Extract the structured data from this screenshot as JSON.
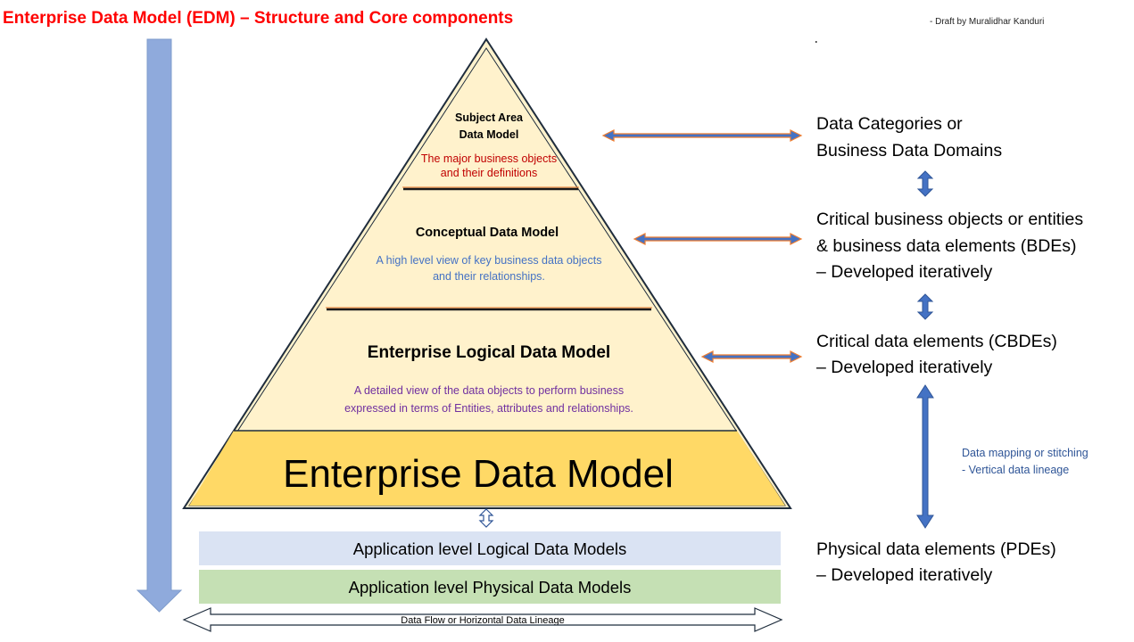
{
  "title": "Enterprise Data Model (EDM) – Structure and Core components",
  "author_note": "- Draft by Muralidhar Kanduri",
  "pyramid": {
    "subject_area": {
      "title_lines": [
        "Subject Area",
        "Data Model"
      ],
      "desc_lines": [
        "The major business objects",
        "and their definitions"
      ]
    },
    "conceptual": {
      "title": "Conceptual Data Model",
      "desc_lines": [
        "A high level view of key business data objects",
        "and their relationships."
      ]
    },
    "logical": {
      "title": "Enterprise Logical Data Model",
      "desc_lines": [
        "A detailed view of the data objects to perform business",
        "expressed in terms of Entities, attributes and relationships."
      ]
    },
    "base": {
      "title": "Enterprise Data Model"
    }
  },
  "bands": {
    "logical": "Application level Logical Data Models",
    "physical": "Application level Physical Data Models"
  },
  "flow_label": "Data Flow or Horizontal Data Lineage",
  "right_labels": {
    "categories": [
      "Data Categories or",
      "Business Data Domains"
    ],
    "objects": [
      "Critical business objects or entities",
      "& business data elements (BDEs)",
      "– Developed iteratively"
    ],
    "cdes": [
      "Critical data elements (CBDEs)",
      "– Developed iteratively"
    ],
    "pdes": [
      "Physical data elements (PDEs)",
      "– Developed iteratively"
    ]
  },
  "mapping_note": [
    "Data mapping or stitching",
    "- Vertical data lineage"
  ],
  "colors": {
    "title_red": "#ff0000",
    "pyramid_fill": "#fff2cc",
    "base_fill": "#ffd966",
    "outline": "#1f2d3d",
    "band_blue": "#dae3f3",
    "band_green": "#c5e0b4",
    "arrow_blue": "#4472c4",
    "arrow_orange": "#ed7d31",
    "big_arrow": "#8faadc",
    "desc_red": "#c00000",
    "desc_blue": "#4472c4",
    "desc_purple": "#7030a0"
  },
  "icons": [
    "down-arrow-icon",
    "double-arrow-icon",
    "updown-arrow-icon"
  ]
}
